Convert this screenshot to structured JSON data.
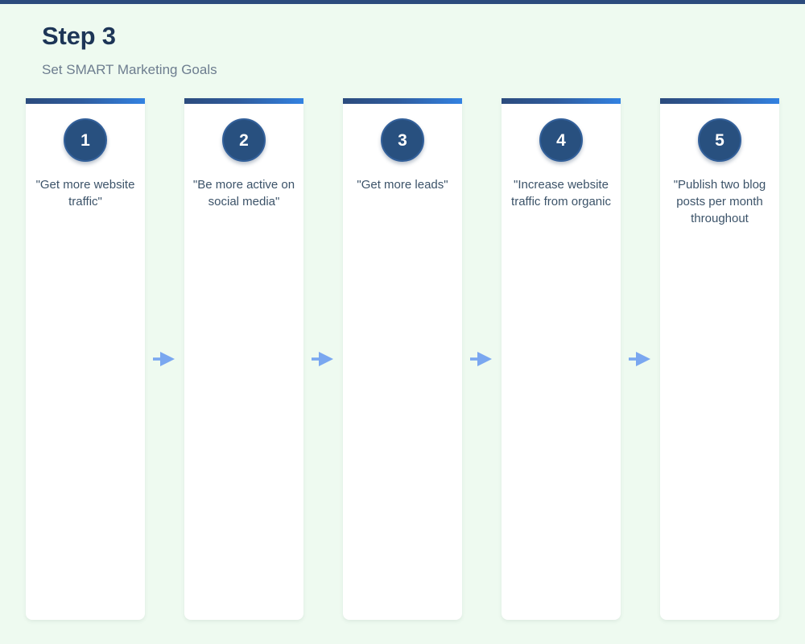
{
  "header": {
    "title": "Step 3",
    "subtitle": "Set SMART Marketing Goals"
  },
  "colors": {
    "background": "#eefaf0",
    "accent_bar": "#2b4b7d",
    "card_bar_gradient_start": "#2b4b7d",
    "card_bar_gradient_end": "#3282e2",
    "badge_fill": "#28507f",
    "badge_text": "#ffffff",
    "title_text": "#1d3557",
    "subtitle_text": "#6d7d8f",
    "card_body_text": "#3c5369",
    "arrow": "#7aa7f0",
    "card_background": "#ffffff"
  },
  "flow": {
    "arrow_icon": "arrow-right-icon",
    "arrow_count": 4,
    "cards": [
      {
        "number": "1",
        "text": "\"Get more website traffic\""
      },
      {
        "number": "2",
        "text": "\"Be more active on social media\""
      },
      {
        "number": "3",
        "text": "\"Get more leads\""
      },
      {
        "number": "4",
        "text": "\"Increase website traffic from organic"
      },
      {
        "number": "5",
        "text": "\"Publish two blog posts per month throughout"
      }
    ]
  }
}
